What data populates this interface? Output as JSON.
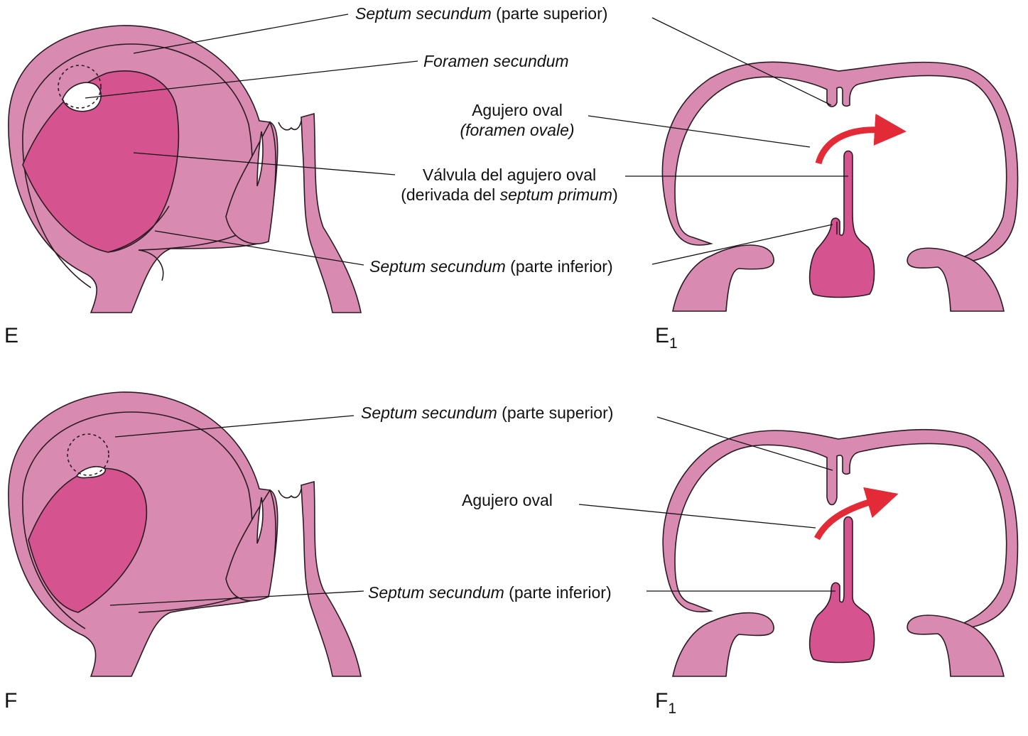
{
  "colors": {
    "tissue_light": "#d98ab0",
    "tissue_dark": "#d55490",
    "outline": "#2a1a22",
    "arrow": "#e22b37",
    "background": "#ffffff"
  },
  "labels": {
    "E": {
      "septum_sup_it": "Septum secundum",
      "septum_sup_tail": " (parte superior)",
      "foramen_secundum": "Foramen secundum",
      "agujero_oval": "Agujero oval",
      "foramen_ovale": "(foramen ovale)",
      "valvula": "Válvula del agujero oval",
      "derivada_pre": "(derivada del ",
      "derivada_it": "septum primum",
      "derivada_post": ")",
      "septum_inf_it": "Septum secundum",
      "septum_inf_tail": " (parte inferior)"
    },
    "F": {
      "septum_sup_it": "Septum secundum",
      "septum_sup_tail": " (parte superior)",
      "agujero_oval": "Agujero oval",
      "septum_inf_it": "Septum secundum",
      "septum_inf_tail": " (parte inferior)"
    }
  },
  "panels": {
    "E": "E",
    "E1_letter": "E",
    "E1_sub": "1",
    "F": "F",
    "F1_letter": "F",
    "F1_sub": "1"
  }
}
